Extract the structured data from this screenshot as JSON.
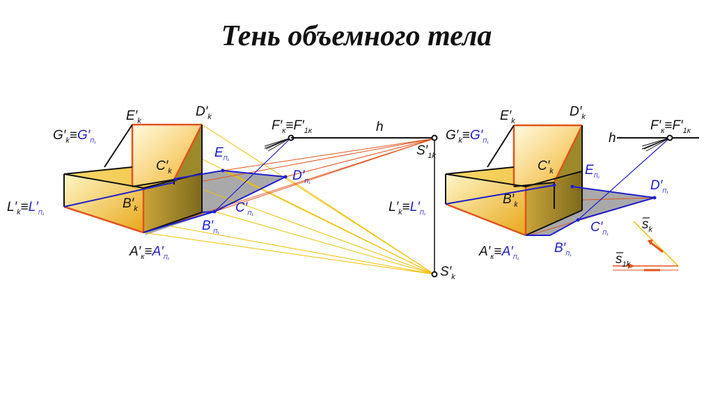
{
  "title": "Тень объемного тела",
  "colors": {
    "solid_edge": "#e0531c",
    "solid_fill": "#f2c23a",
    "shadow_fill": "#a9a9a9",
    "shadow_edge": "#1e1ecc",
    "light_rays": "#f0c000",
    "vanishing_rays": "#e0531c",
    "frame": "#111111"
  },
  "left": {
    "E": {
      "main": "E′",
      "sub": "k"
    },
    "D": {
      "main": "D′",
      "sub": "k"
    },
    "G": {
      "main": "G′",
      "sub": "k",
      "eq": "≡",
      "main2": "G′",
      "sub2": "П₁"
    },
    "C": {
      "main": "C′",
      "sub": "k"
    },
    "L": {
      "main": "L′",
      "sub": "k",
      "eq": "≡",
      "main2": "L′",
      "sub2": "П₁"
    },
    "B": {
      "main": "B′",
      "sub": "k"
    },
    "A": {
      "main": "A′",
      "sub": "к",
      "eq": "≡",
      "main2": "A′",
      "sub2": "П₁"
    },
    "En": {
      "main": "E",
      "sub": "П₁"
    },
    "Dn": {
      "main": "D′",
      "sub": "П₁"
    },
    "Cn": {
      "main": "C′",
      "sub": "П₁"
    },
    "Bn": {
      "main": "B′",
      "sub": "П₁"
    },
    "F": {
      "main": "F′",
      "sub": "к",
      "eq": "≡",
      "main2": "F′",
      "sub2": "1к"
    }
  },
  "center": {
    "h": "h",
    "S1": {
      "main": "S′",
      "sub": "1k"
    },
    "L": {
      "main": "L′",
      "sub": "k",
      "eq": "≡",
      "main2": "L′",
      "sub2": "П₁"
    },
    "S": {
      "main": "S′",
      "sub": "k"
    }
  },
  "right": {
    "E": {
      "main": "E′",
      "sub": "k"
    },
    "D": {
      "main": "D′",
      "sub": "k"
    },
    "G": {
      "main": "G′",
      "sub": "k",
      "eq": "≡",
      "main2": "G′",
      "sub2": "П₁"
    },
    "C": {
      "main": "C′",
      "sub": "k"
    },
    "B": {
      "main": "B′",
      "sub": "k"
    },
    "A": {
      "main": "A′",
      "sub": "к",
      "eq": "≡",
      "main2": "A′",
      "sub2": "П₁"
    },
    "En": {
      "main": "E",
      "sub": "П₁"
    },
    "Dn": {
      "main": "D′",
      "sub": "П₁"
    },
    "Cn": {
      "main": "C′",
      "sub": "П₁"
    },
    "Bn": {
      "main": "B′",
      "sub": "П₁"
    },
    "h": "h",
    "F": {
      "main": "F′",
      "sub": "к",
      "eq": "≡",
      "main2": "F′",
      "sub2": "1к"
    },
    "s": {
      "main": "s",
      "sub": "k"
    },
    "s1": {
      "main": "s",
      "sub": "1k"
    }
  }
}
